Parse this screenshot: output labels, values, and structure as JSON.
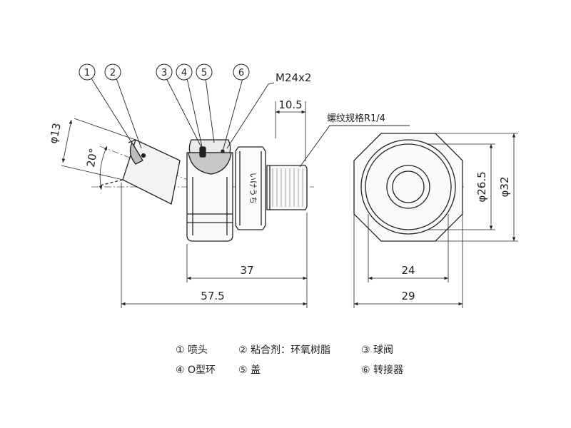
{
  "callouts": [
    "1",
    "2",
    "3",
    "4",
    "5",
    "6"
  ],
  "labels": {
    "thread_main": "M24x2",
    "thread_spec": "螺纹规格R1/4",
    "stamp": "いけうち"
  },
  "dimensions": {
    "dim_10_5": "10.5",
    "dim_phi13": "φ13",
    "dim_20deg": "20°",
    "dim_37": "37",
    "dim_57_5": "57.5",
    "dim_24": "24",
    "dim_29": "29",
    "dim_phi26_5": "φ26.5",
    "dim_phi32": "φ32"
  },
  "legend": [
    {
      "num": "①",
      "text": "喷头"
    },
    {
      "num": "②",
      "text": "粘合剂：环氧树脂"
    },
    {
      "num": "③",
      "text": "球阀"
    },
    {
      "num": "④",
      "text": "O型环"
    },
    {
      "num": "⑤",
      "text": "盖"
    },
    {
      "num": "⑥",
      "text": "转接器"
    }
  ]
}
